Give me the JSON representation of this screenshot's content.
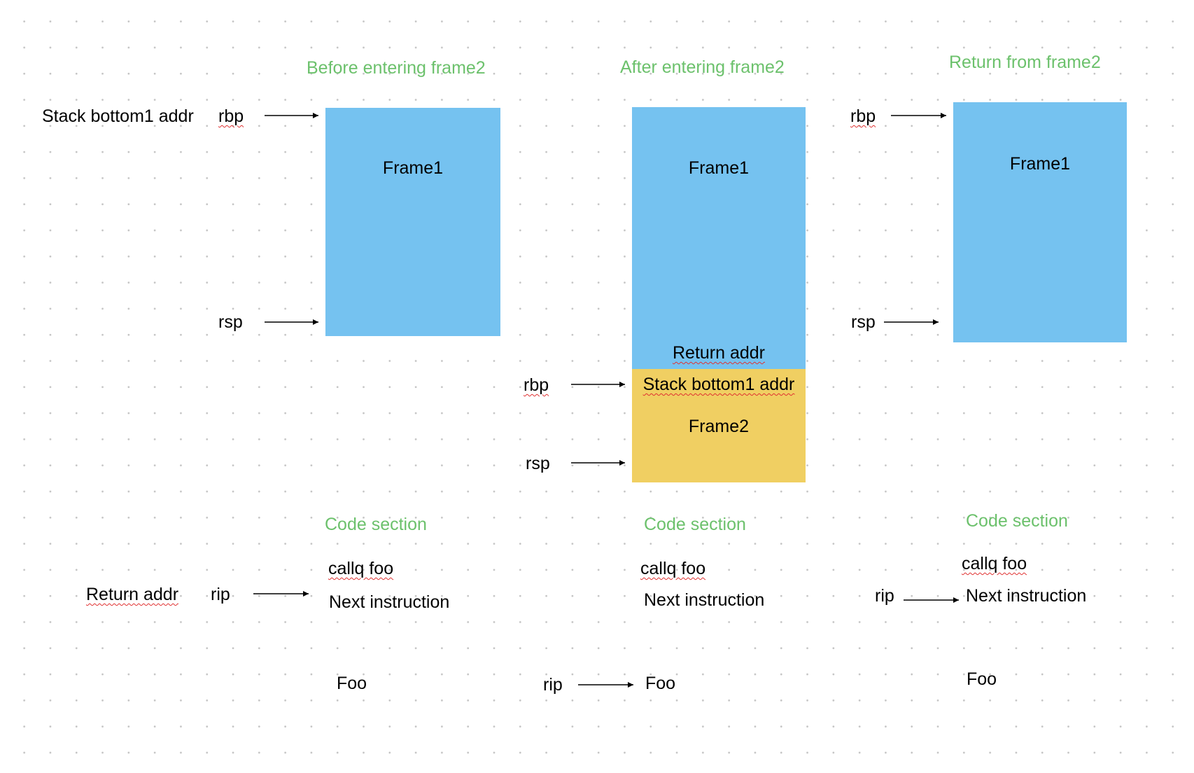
{
  "colors": {
    "frame1": "#75c2f0",
    "frame2": "#f0cf62",
    "heading": "#6cc16c",
    "arrow": "#000000"
  },
  "panels": {
    "before": {
      "title": "Before entering frame2",
      "frame1_label": "Frame1",
      "left_note": "Stack bottom1 addr",
      "rbp_label": "rbp",
      "rsp_label": "rsp",
      "code": {
        "title": "Code section",
        "callq": "callq foo",
        "next": "Next instruction",
        "foo": "Foo",
        "left_note": "Return addr",
        "rip_label": "rip"
      }
    },
    "after": {
      "title": "After entering frame2",
      "frame1_label": "Frame1",
      "return_addr": "Return addr",
      "stack_bottom": "Stack bottom1 addr",
      "frame2_label": "Frame2",
      "rbp_label": "rbp",
      "rsp_label": "rsp",
      "code": {
        "title": "Code section",
        "callq": "callq foo",
        "next": "Next instruction",
        "foo": "Foo",
        "rip_label": "rip"
      }
    },
    "return": {
      "title": "Return from frame2",
      "frame1_label": "Frame1",
      "rbp_label": "rbp",
      "rsp_label": "rsp",
      "code": {
        "title": "Code section",
        "callq": "callq foo",
        "next": "Next instruction",
        "foo": "Foo",
        "rip_label": "rip"
      }
    }
  }
}
